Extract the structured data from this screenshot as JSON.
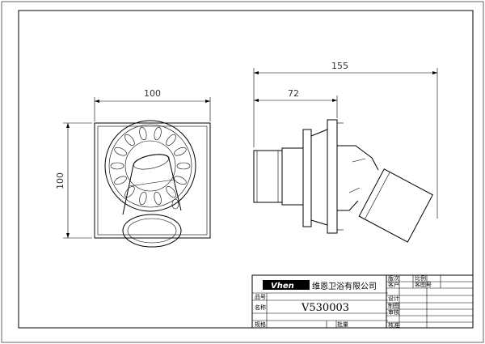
{
  "dimensions": {
    "top_width": "100",
    "left_height": "100",
    "side_total": "155",
    "side_partial": "72"
  },
  "title_block": {
    "logo": "Vhen",
    "company": "维恩卫浴有限公司",
    "model": "V530003",
    "labels": {
      "version": "版次",
      "customer": "客户",
      "code": "品号",
      "name": "名称",
      "spec": "规格",
      "proportion": "比例",
      "customer_drawing_no": "客图号",
      "design": "设计",
      "draft": "制图",
      "review": "审核",
      "approve": "核准",
      "qty": "批量"
    }
  }
}
